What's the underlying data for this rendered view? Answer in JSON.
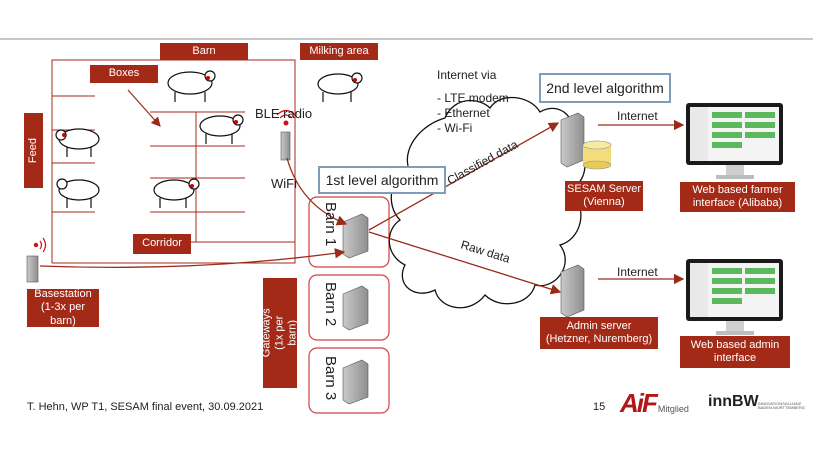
{
  "labels": {
    "barn": "Barn",
    "milking_area": "Milking area",
    "boxes": "Boxes",
    "feed": "Feed",
    "corridor": "Corridor",
    "ble_radio": "BLE radio",
    "wifi": "WiFi",
    "first_level": "1st level  algorithm",
    "second_level": "2nd level algorithm",
    "internet_via": "Internet via",
    "internet_options": [
      "- LTE modem",
      "- Ethernet",
      "- Wi-Fi"
    ],
    "classified_data": "Classified data",
    "raw_data": "Raw data",
    "internet_1": "Internet",
    "internet_2": "Internet",
    "sesam_server": "SESAM Server\n(Vienna)",
    "admin_server": "Admin server\n(Hetzner, Nuremberg)",
    "web_farmer": "Web based farmer\ninterface (Alibaba)",
    "web_admin": "Web based admin\ninterface",
    "basestation": "Basestation\n(1-3x per\nbarn)",
    "gateways": "Gateways\n(1x per barn)",
    "barn1": "Barn 1",
    "barn2": "Barn 2",
    "barn3": "Barn 3"
  },
  "footer": {
    "text": "T. Hehn, WP T1, SESAM final event, 30.09.2021",
    "page": "15",
    "logo_aif": "AiF",
    "logo_aif_sub": "Mitglied",
    "logo_inn": "innBW",
    "logo_inn_sub": "INNOVATIONSALLIANZ BADEN-WÜRTTEMBERG"
  },
  "colors": {
    "accent_red": "#a42a18",
    "frame_blue": "#7f9db9",
    "arrow_red": "#9c2a1a"
  }
}
